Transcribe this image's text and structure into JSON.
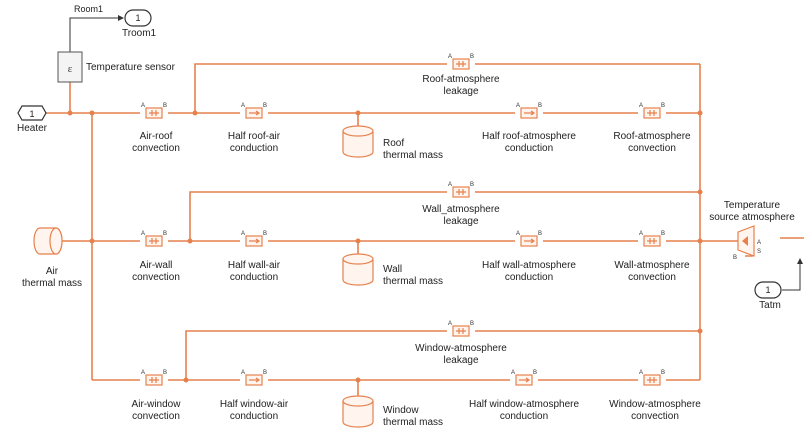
{
  "ports": {
    "heater": {
      "num": "1",
      "label": "Heater"
    },
    "troom": {
      "num": "1",
      "label": "Troom1"
    },
    "tatm": {
      "num": "1",
      "label": "Tatm"
    }
  },
  "signal": {
    "room1": "Room1"
  },
  "blocks": {
    "temp_sensor": "Temperature sensor",
    "air_mass": {
      "line1": "Air",
      "line2": "thermal mass"
    },
    "roof_mass": {
      "line1": "Roof",
      "line2": "thermal mass"
    },
    "wall_mass": {
      "line1": "Wall",
      "line2": "thermal mass"
    },
    "window_mass": {
      "line1": "Window",
      "line2": "thermal mass"
    },
    "temp_source": {
      "line1": "Temperature",
      "line2": "source atmosphere"
    },
    "air_roof_conv": {
      "line1": "Air-roof",
      "line2": "convection"
    },
    "half_roof_air": {
      "line1": "Half roof-air",
      "line2": "conduction"
    },
    "half_roof_atm": {
      "line1": "Half roof-atmosphere",
      "line2": "conduction"
    },
    "roof_atm_conv": {
      "line1": "Roof-atmosphere",
      "line2": "convection"
    },
    "roof_atm_leak": {
      "line1": "Roof-atmosphere",
      "line2": "leakage"
    },
    "air_wall_conv": {
      "line1": "Air-wall",
      "line2": "convection"
    },
    "half_wall_air": {
      "line1": "Half wall-air",
      "line2": "conduction"
    },
    "half_wall_atm": {
      "line1": "Half wall-atmosphere",
      "line2": "conduction"
    },
    "wall_atm_conv": {
      "line1": "Wall-atmosphere",
      "line2": "convection"
    },
    "wall_atm_leak": {
      "line1": "Wall_atmosphere",
      "line2": "leakage"
    },
    "air_window_conv": {
      "line1": "Air-window",
      "line2": "convection"
    },
    "half_window_air": {
      "line1": "Half window-air",
      "line2": "conduction"
    },
    "half_window_atm": {
      "line1": "Half window-atmosphere",
      "line2": "conduction"
    },
    "window_atm_conv": {
      "line1": "Window-atmosphere",
      "line2": "convection"
    },
    "window_atm_leak": {
      "line1": "Window-atmosphere",
      "line2": "leakage"
    }
  },
  "port_letters": {
    "a": "A",
    "b": "B",
    "s": "S"
  },
  "colors": {
    "wire": "#e6814e",
    "block_fill": "#fff5ee"
  }
}
